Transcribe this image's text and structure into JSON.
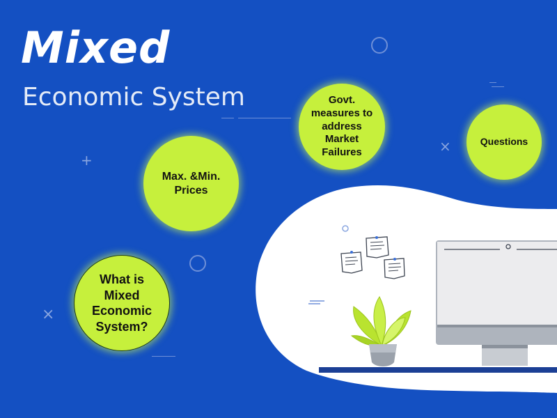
{
  "slide": {
    "title": "Mixed",
    "subtitle": "Economic System"
  },
  "bubbles": [
    {
      "label": "What is Mixed Economic System?"
    },
    {
      "label": "Max. &Min. Prices"
    },
    {
      "label": "Govt. measures to address Market Failures"
    },
    {
      "label": "Questions"
    }
  ],
  "colors": {
    "background": "#1450c2",
    "bubble_fill": "#c6f03c",
    "title_text": "#ffffff",
    "blob": "#ffffff",
    "monitor_frame": "#aeb4bd",
    "plant_leaves": "#b9e32f"
  },
  "icons": [
    "plus-icon",
    "cross-icon",
    "circle-outline-icon",
    "sticky-note-icon",
    "monitor-icon",
    "plant-icon"
  ]
}
